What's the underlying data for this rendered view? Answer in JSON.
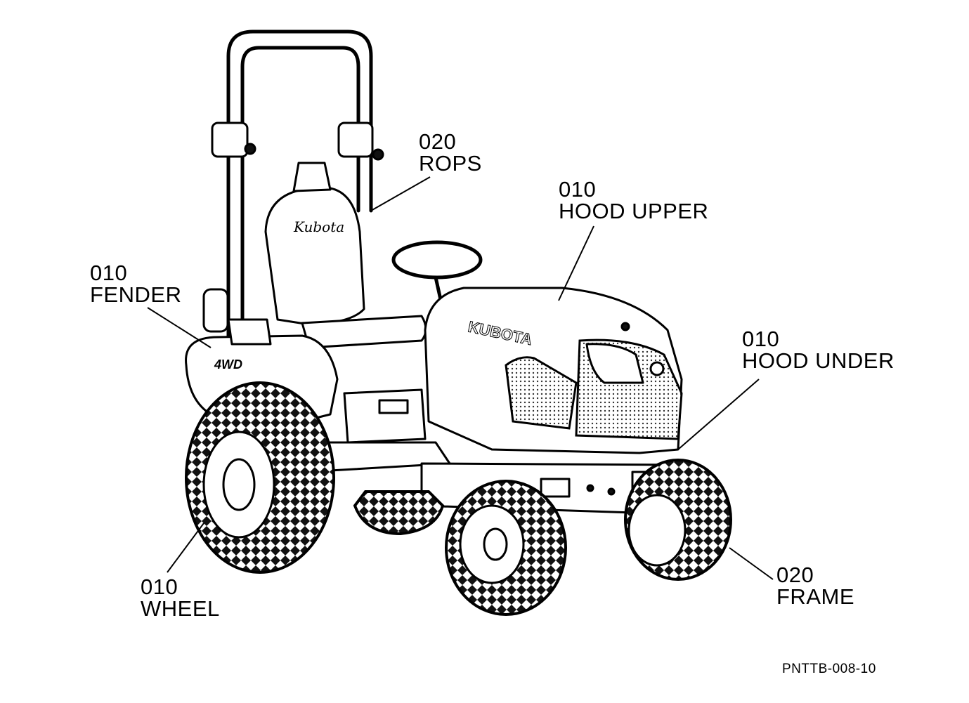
{
  "callouts": {
    "rops": {
      "number": "020",
      "name": "ROPS"
    },
    "hood_upper": {
      "number": "010",
      "name": "HOOD  UPPER"
    },
    "fender": {
      "number": "010",
      "name": "FENDER"
    },
    "hood_under": {
      "number": "010",
      "name": "HOOD  UNDER"
    },
    "wheel": {
      "number": "010",
      "name": "WHEEL"
    },
    "frame": {
      "number": "020",
      "name": "FRAME"
    }
  },
  "drawing_code": "PNTTB-008-10",
  "branding": {
    "hood_logo": "KUBOTA",
    "seat_logo": "Kubota",
    "fender_badge": "4WD"
  }
}
